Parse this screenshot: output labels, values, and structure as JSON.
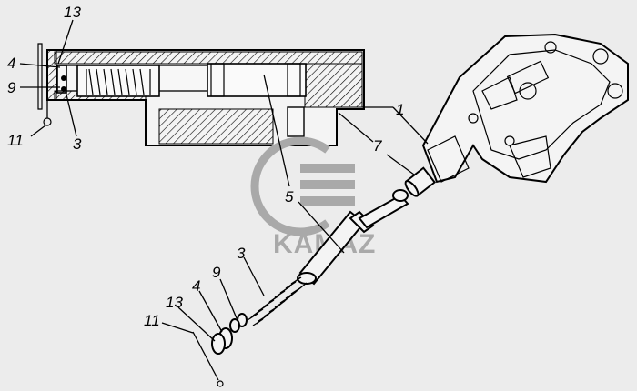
{
  "callouts": {
    "top_13": "13",
    "top_4": "4",
    "top_9": "9",
    "top_11": "11",
    "top_3": "3",
    "main_1": "1",
    "main_7": "7",
    "main_5": "5",
    "exp_3": "3",
    "exp_9": "9",
    "exp_4": "4",
    "exp_13": "13",
    "exp_11": "11"
  },
  "watermark": {
    "text": "KAMAZ",
    "color": "#a9a9a9"
  },
  "colors": {
    "line": "#000000",
    "background": "#ececec",
    "hatch": "#000000"
  }
}
